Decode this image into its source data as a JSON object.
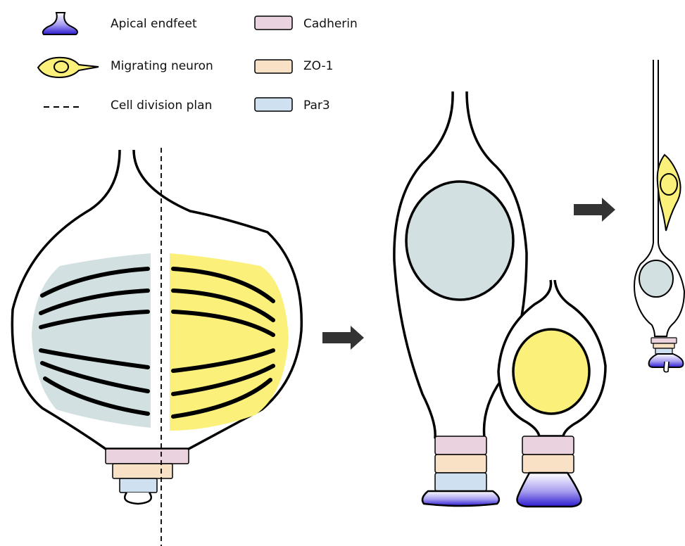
{
  "legend": {
    "left": [
      {
        "icon": "apical-endfoot-icon",
        "label": "Apical endfeet"
      },
      {
        "icon": "migrating-neuron-icon",
        "label": "Migrating neuron"
      },
      {
        "icon": "dashed-line-icon",
        "label": "Cell division plan"
      }
    ],
    "right": [
      {
        "icon": "cadherin-swatch",
        "label": "Cadherin",
        "color": "#ead3de"
      },
      {
        "icon": "zo1-swatch",
        "label": "ZO-1",
        "color": "#f9e1c6"
      },
      {
        "icon": "par3-swatch",
        "label": "Par3",
        "color": "#cfe0f1"
      }
    ]
  },
  "colors": {
    "cadherin": "#ead3de",
    "zo1": "#f9e1c6",
    "par3": "#cfe0f1",
    "nucleus_grey": "#d3e0e2",
    "daughter_yellow": "#fbf07a",
    "endfoot_blue": "#2c1ad0",
    "arrow": "#333333",
    "outline": "#000000"
  }
}
